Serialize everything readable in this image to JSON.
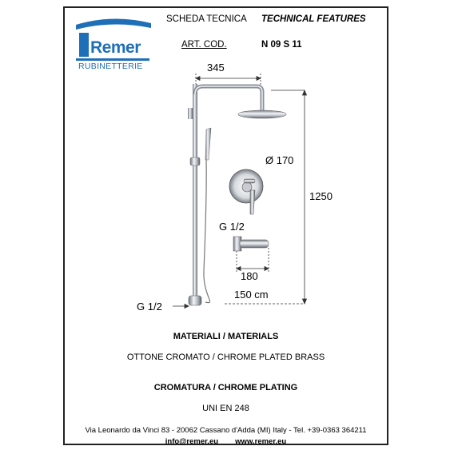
{
  "logo": {
    "brand": "Remer",
    "subtitle": "RUBINETTERIE"
  },
  "header": {
    "sheet_title": "SCHEDA TECNICA",
    "features_title": "TECHNICAL FEATURES",
    "art_cod_label": "ART. COD.",
    "art_cod_value": "N 09 S 11"
  },
  "dimensions": {
    "width": "345",
    "diameter": "Ø 170",
    "height": "1250",
    "thread_upper": "G 1/2",
    "spout": "180",
    "hose": "150 cm",
    "thread_lower": "G 1/2"
  },
  "materials": {
    "title": "MATERIALI / MATERIALS",
    "value": "OTTONE CROMATO / CHROME PLATED BRASS"
  },
  "plating": {
    "title": "CROMATURA / CHROME PLATING",
    "value": "UNI EN 248"
  },
  "footer": {
    "address": "Via Leonardo da Vinci 83 - 20062 Cassano d'Adda (MI) Italy - Tel. +39-0363 364211",
    "email": "info@remer.eu",
    "website": "www.remer.eu"
  },
  "colors": {
    "brand": "#1f6fb8",
    "chrome": "#9aa0a8"
  }
}
